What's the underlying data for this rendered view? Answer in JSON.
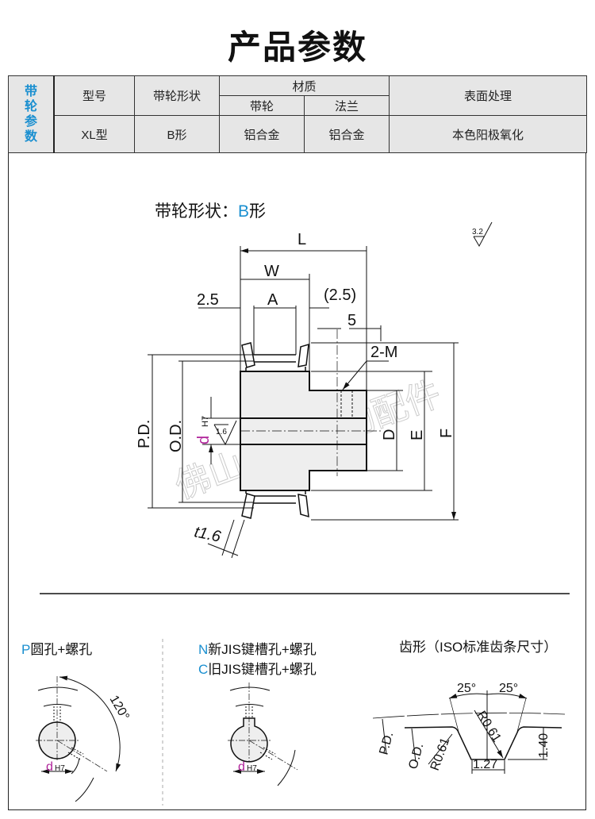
{
  "title": "产品参数",
  "spec_table": {
    "side_label": [
      "带",
      "轮",
      "参",
      "数"
    ],
    "headers": {
      "model": "型号",
      "shape": "带轮形状",
      "material": "材质",
      "material_pulley": "带轮",
      "material_flange": "法兰",
      "surface": "表面处理"
    },
    "values": {
      "model": "XL型",
      "shape": "B形",
      "material_pulley": "铝合金",
      "material_flange": "铝合金",
      "surface": "本色阳极氧化"
    }
  },
  "drawing": {
    "shape_title": "带轮形状：",
    "shape_code": "B",
    "shape_suffix": "形",
    "roughness_main": "3.2",
    "roughness_bore": "1.6",
    "dims": {
      "L": "L",
      "W": "W",
      "A": "A",
      "left_offset": "2.5",
      "right_offset": "(2.5)",
      "hole_pos": "5",
      "tap": "2-M",
      "pd": "P.D.",
      "od": "O.D.",
      "d": "d",
      "h7": "H7",
      "D": "D",
      "E": "E",
      "F": "F",
      "flange_t": "t1.6"
    },
    "watermark": "佛山连驰传动配件"
  },
  "bore_types": {
    "p_code": "P",
    "p_label": "圆孔+螺孔",
    "angle": "120°",
    "n_code": "N",
    "n_label": "新JIS键槽孔+螺孔",
    "c_code": "C",
    "c_label": "旧JIS键槽孔+螺孔",
    "d": "d",
    "h7": "H7"
  },
  "tooth": {
    "title": "齿形（ISO标准齿条尺寸）",
    "angle1": "25°",
    "angle2": "25°",
    "r1": "R0.61",
    "r2": "R0.61",
    "height": "1.40",
    "width": "1.27",
    "pd": "P.D.",
    "od": "O.D."
  },
  "colors": {
    "accent": "#1a8fd0",
    "d_label": "#b0239a"
  }
}
